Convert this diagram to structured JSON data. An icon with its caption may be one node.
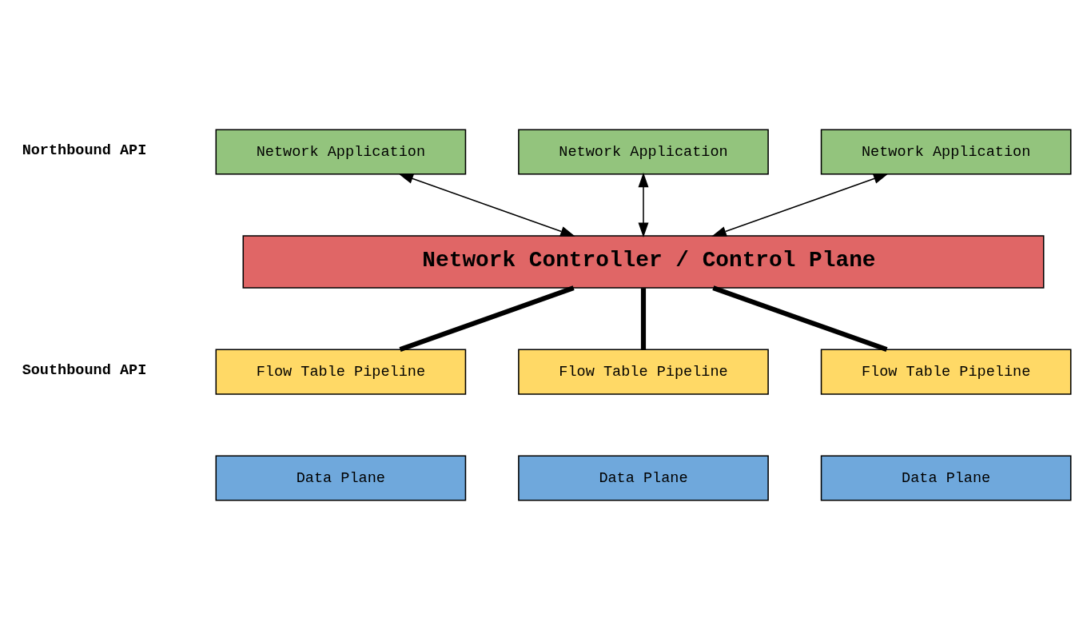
{
  "diagram": {
    "nodes": [
      {
        "text": [
          "Network Application"
        ]
      },
      {
        "text": [
          "Network Application"
        ]
      },
      {
        "text": [
          "Network Application"
        ]
      },
      {
        "text": [
          "Network Controller / Control Plane"
        ]
      },
      {
        "text": [
          "Flow Table Pipeline"
        ]
      },
      {
        "text": [
          "Data Plane"
        ]
      },
      {
        "text": [
          "Flow Table Pipeline"
        ]
      },
      {
        "text": [
          "Data Plane"
        ]
      },
      {
        "text": [
          "Flow Table Pipeline"
        ]
      },
      {
        "text": [
          "Data Plane"
        ]
      }
    ],
    "edges": [
      {
        "from": 0,
        "to": 3,
        "arrow": "both"
      },
      {
        "from": 1,
        "to": 3,
        "arrow": "both"
      },
      {
        "from": 2,
        "to": 3,
        "arrow": "both"
      },
      {
        "from": 3,
        "to": 4,
        "arrow": "none",
        "style": "thick"
      },
      {
        "from": 3,
        "to": 6,
        "arrow": "none",
        "style": "thick"
      },
      {
        "from": 3,
        "to": 8,
        "arrow": "none",
        "style": "thick"
      }
    ],
    "labels": [
      "Northbound API",
      "Southbound API"
    ]
  }
}
